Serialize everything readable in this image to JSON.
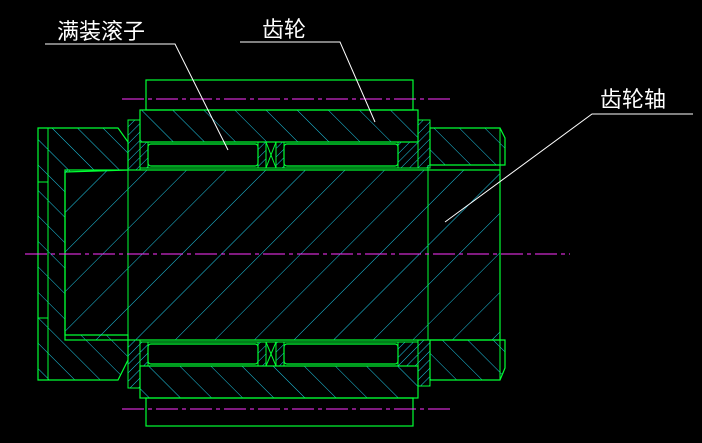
{
  "labels": {
    "roller": "满装滚子",
    "gear": "齿轮",
    "shaft": "齿轮轴"
  },
  "colors": {
    "background": "#000000",
    "outline": "#00ff33",
    "hatch": "#1ec8e6",
    "centerline": "#ff33ff",
    "leader": "#ffffff",
    "text": "#ffffff"
  }
}
